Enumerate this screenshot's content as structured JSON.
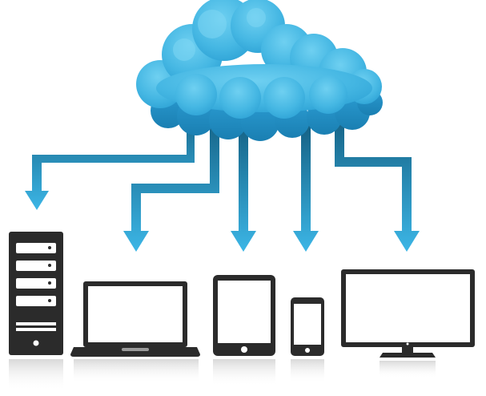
{
  "diagram": {
    "colors": {
      "cloud_light": "#5cc6ea",
      "cloud_mid": "#3eb1e0",
      "cloud_dark": "#1f8dc0",
      "arrow_top": "#145f82",
      "arrow_bottom": "#3cb6e6",
      "device_body": "#2b2b2b",
      "device_screen": "#ffffff",
      "background": "#ffffff"
    },
    "nodes": [
      {
        "id": "cloud",
        "icon": "cloud-icon"
      },
      {
        "id": "server",
        "icon": "server-tower-icon"
      },
      {
        "id": "laptop",
        "icon": "laptop-icon"
      },
      {
        "id": "tablet",
        "icon": "tablet-icon"
      },
      {
        "id": "phone",
        "icon": "smartphone-icon"
      },
      {
        "id": "monitor",
        "icon": "monitor-icon"
      }
    ],
    "edges": [
      {
        "from": "cloud",
        "to": "server",
        "direction": "down"
      },
      {
        "from": "cloud",
        "to": "laptop",
        "direction": "down"
      },
      {
        "from": "cloud",
        "to": "tablet",
        "direction": "down"
      },
      {
        "from": "cloud",
        "to": "phone",
        "direction": "down"
      },
      {
        "from": "cloud",
        "to": "monitor",
        "direction": "down"
      }
    ]
  }
}
